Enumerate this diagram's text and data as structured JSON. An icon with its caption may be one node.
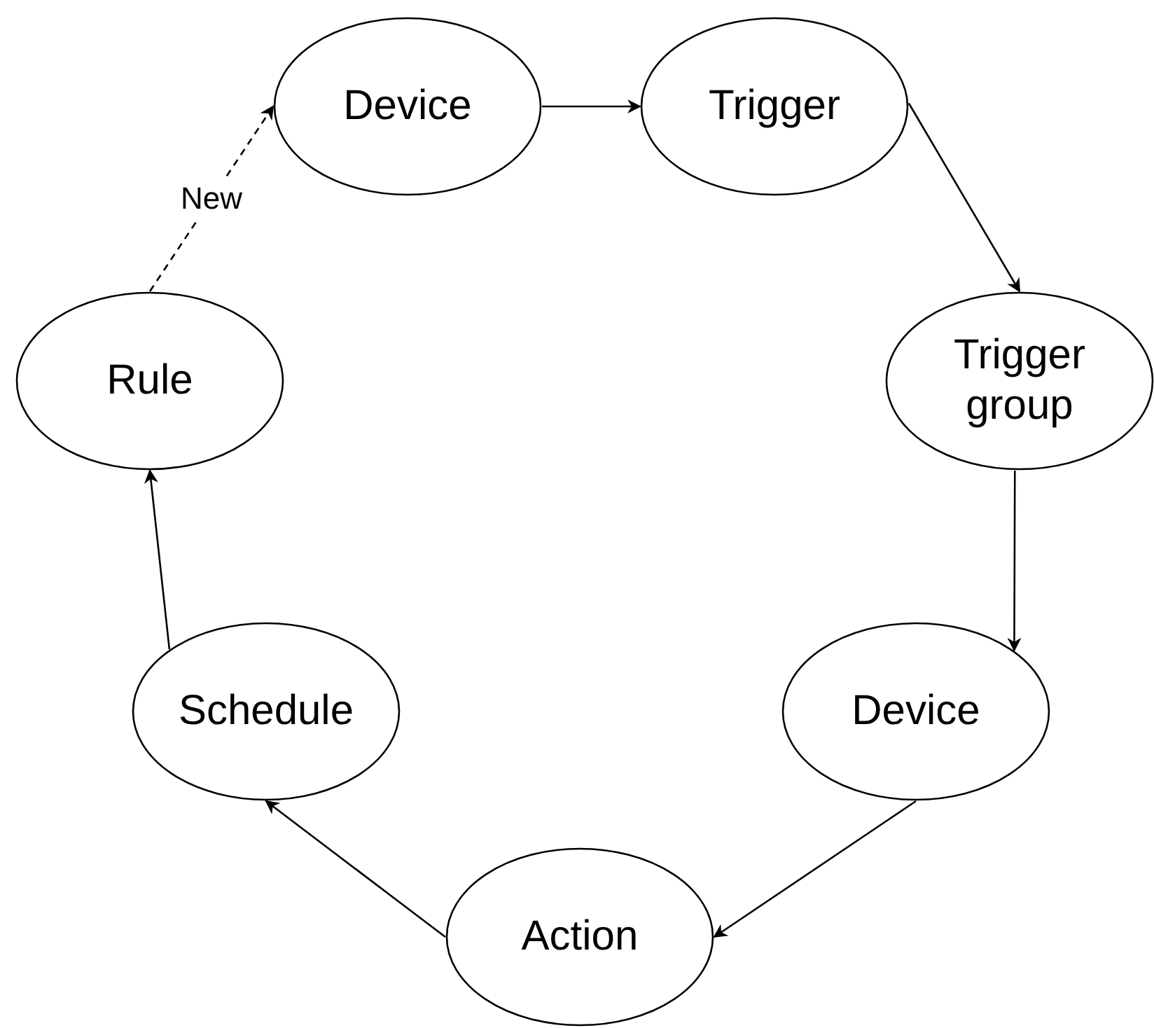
{
  "diagram": {
    "nodes": [
      {
        "text": [
          "Device"
        ]
      },
      {
        "text": [
          "Trigger"
        ]
      },
      {
        "text": [
          "Trigger group"
        ]
      },
      {
        "text": [
          "Device"
        ]
      },
      {
        "text": [
          "Action"
        ]
      },
      {
        "text": [
          "Schedule"
        ]
      },
      {
        "text": [
          "Rule"
        ]
      }
    ],
    "edges": [
      {
        "from": 6,
        "to": 0,
        "arrow": "to",
        "label": "New",
        "style": "dashed"
      },
      {
        "from": 0,
        "to": 1,
        "arrow": "to"
      },
      {
        "from": 1,
        "to": 2,
        "arrow": "to"
      },
      {
        "from": 2,
        "to": 3,
        "arrow": "to"
      },
      {
        "from": 3,
        "to": 4,
        "arrow": "to"
      },
      {
        "from": 4,
        "to": 5,
        "arrow": "to"
      },
      {
        "from": 5,
        "to": 6,
        "arrow": "to"
      }
    ]
  }
}
